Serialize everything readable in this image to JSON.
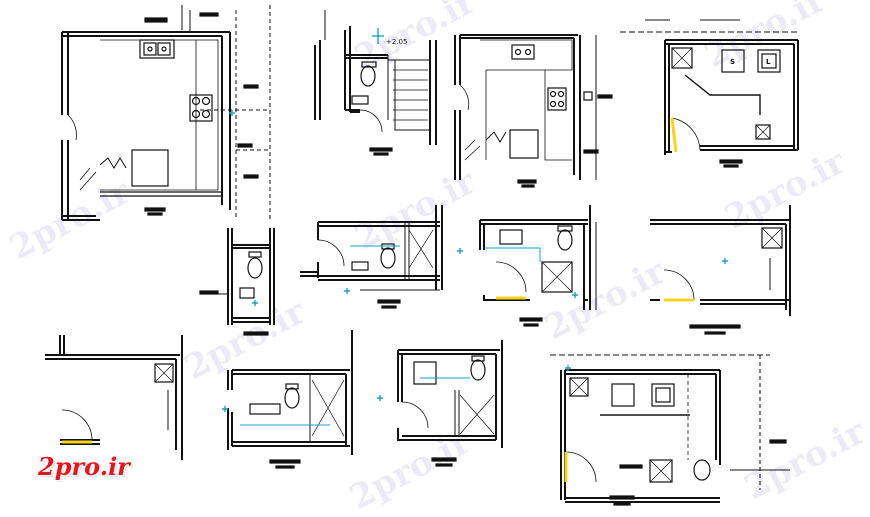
{
  "watermark": {
    "text": "2pro.ir"
  },
  "logo": {
    "text": "2pro.ir",
    "color": "#e8151b"
  },
  "colors": {
    "line": "#111111",
    "door_marker": "#ffd21a",
    "fixture_marker": "#1aa0c8",
    "watermark": "#b3a8d8",
    "background": "#ffffff"
  },
  "annotations": {
    "level_mark": "+2.05",
    "shower_tag": "S",
    "lavatory_tag": "L"
  }
}
